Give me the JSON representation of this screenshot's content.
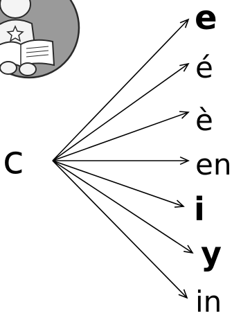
{
  "source_letter": "c",
  "targets": [
    {
      "id": "e",
      "text": "e",
      "bold": true
    },
    {
      "id": "e-acute",
      "text": "é",
      "bold": false
    },
    {
      "id": "e-grave",
      "text": "è",
      "bold": false
    },
    {
      "id": "en",
      "text": "en",
      "bold": false
    },
    {
      "id": "i",
      "text": "i",
      "bold": true
    },
    {
      "id": "y",
      "text": "y",
      "bold": true
    },
    {
      "id": "in",
      "text": "in",
      "bold": false
    }
  ],
  "illustration": {
    "subject": "child-reading-book-icon",
    "colors": {
      "circle": "#9a9a9a",
      "outline": "#2a2a2a",
      "skin": "#f4f4f4"
    }
  },
  "colors": {
    "text": "#000000",
    "arrow": "#000000",
    "background": "#ffffff"
  }
}
